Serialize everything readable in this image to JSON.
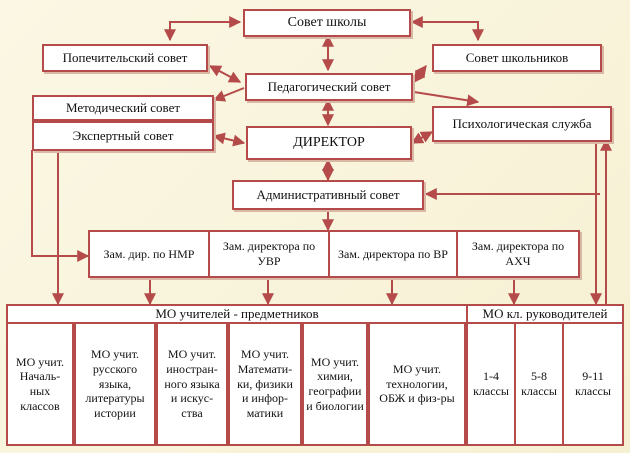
{
  "boxes": {
    "school_council": "Совет школы",
    "trustee_council": "Попечительский совет",
    "student_council": "Совет школьников",
    "pedagogical_council": "Педагогический совет",
    "methodical_council": "Методический совет",
    "expert_council": "Экспертный совет",
    "director": "ДИРЕКТОР",
    "psych_service": "Психологическая служба",
    "admin_council": "Административный совет"
  },
  "deputies": [
    "Зам. дир. по НМР",
    "Зам. директора по УВР",
    "Зам. директора по ВР",
    "Зам. директора по АХЧ"
  ],
  "bottom": {
    "mo_teachers_header": "МО учителей - предметников",
    "mo_class_header": "МО кл. руководителей",
    "subject_groups": [
      "МО учит.\nНачаль-\nных\nклассов",
      "МО учит.\nрусского\nязыка,\nлитературы\nистории",
      "МО учит.\nиностран-\nного языка\nи искус-\nства",
      "МО учит.\nМатемати-\nки, физики\nи инфор-\nматики",
      "МО учит.\nхимии,\nгеографии\nи биологии",
      "МО учит.\nтехнологии,\nОБЖ и физ-ры"
    ],
    "class_groups": [
      "1-4\nклассы",
      "5-8\nклассы",
      "9-11\nклассы"
    ]
  }
}
